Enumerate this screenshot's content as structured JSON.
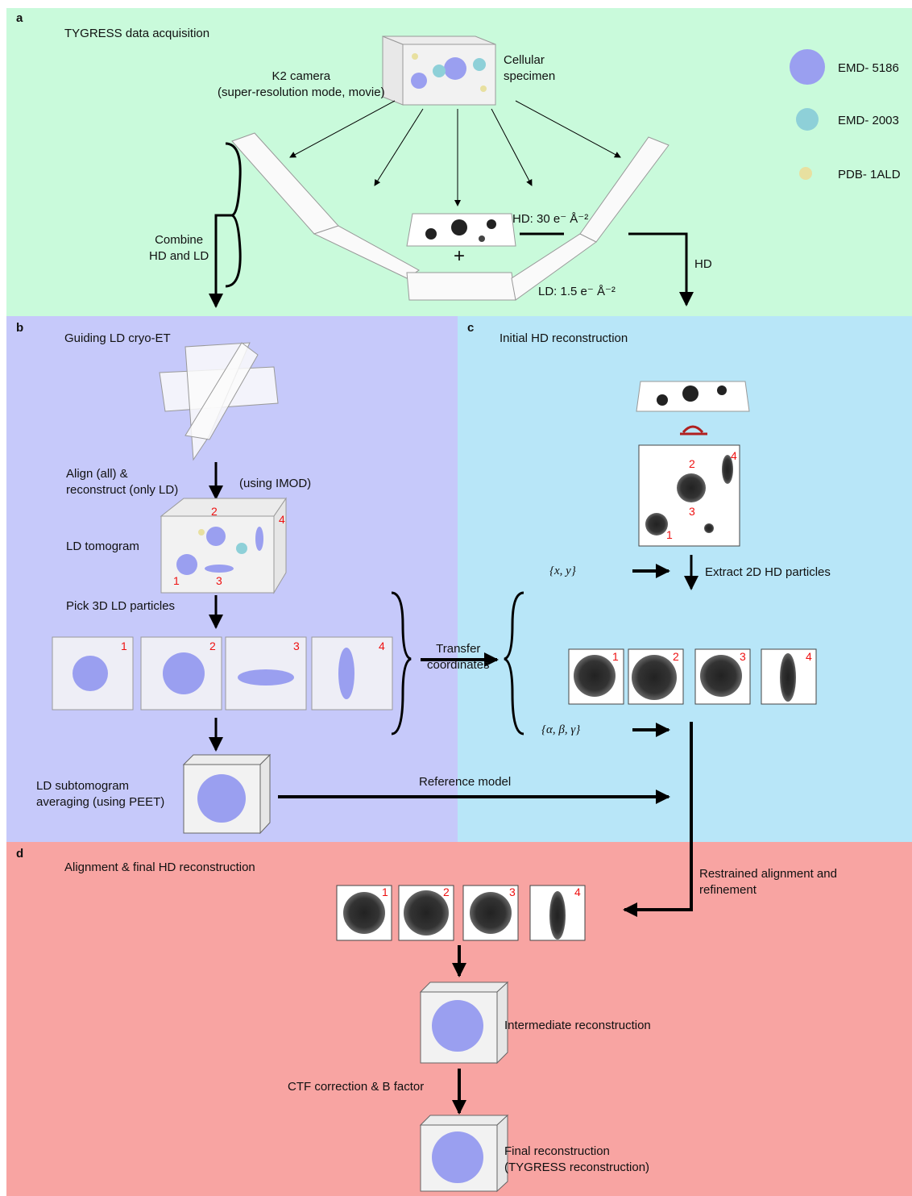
{
  "panels": {
    "a": {
      "letter": "a",
      "title": "TYGRESS data acquisition"
    },
    "b": {
      "letter": "b",
      "title": "Guiding LD cryo-ET"
    },
    "c": {
      "letter": "c",
      "title": "Initial HD reconstruction"
    },
    "d": {
      "letter": "d",
      "title": "Alignment & final HD reconstruction"
    }
  },
  "labels_a": {
    "cellular_specimen": "Cellular\nspecimen",
    "k2_camera": "K2 camera\n(super-resolution mode, movie)",
    "combine": "Combine\nHD and LD",
    "hd_dose": "HD: 30 e⁻ Å⁻²",
    "ld_dose": "LD: 1.5 e⁻ Å⁻²",
    "hd": "HD",
    "plus": "+"
  },
  "legend": [
    {
      "label": "EMD- 5186",
      "color": "#9a9ff0"
    },
    {
      "label": "EMD- 2003",
      "color": "#8ed0d8"
    },
    {
      "label": "PDB- 1ALD",
      "color": "#e8e0a0"
    }
  ],
  "labels_b": {
    "align": "Align (all) &\nreconstruct (only LD)",
    "imod": "(using IMOD)",
    "ld_tomogram": "LD tomogram",
    "pick": "Pick 3D LD particles",
    "transfer": "Transfer\ncoordinates",
    "subtomo": "LD subtomogram\naveraging (using PEET)",
    "reference": "Reference model"
  },
  "labels_c": {
    "xy": "{x, y}",
    "angles": "{α, β, γ}",
    "extract": "Extract 2D HD particles"
  },
  "labels_d": {
    "restrained": "Restrained alignment and\nrefinement",
    "intermediate": "Intermediate reconstruction",
    "ctf": "CTF correction & B factor",
    "final": "Final reconstruction\n(TYGRESS reconstruction)"
  },
  "particle_numbers": [
    "1",
    "2",
    "3",
    "4"
  ]
}
